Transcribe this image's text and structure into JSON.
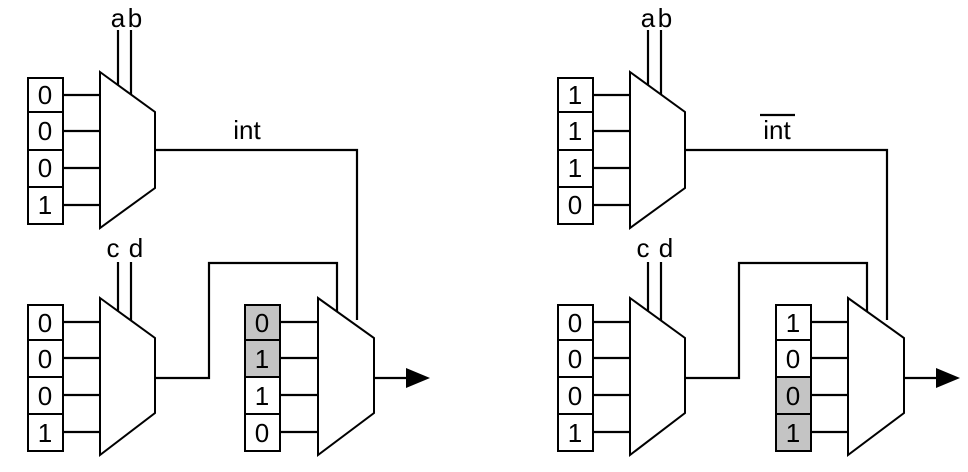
{
  "panels": [
    {
      "top_mux": {
        "select_labels": [
          "a",
          "b"
        ],
        "inputs": [
          "0",
          "0",
          "0",
          "1"
        ]
      },
      "output_label": "int",
      "output_label_overline": false,
      "bottom_mux": {
        "select_labels": [
          "c",
          "d"
        ],
        "inputs": [
          "0",
          "0",
          "0",
          "1"
        ]
      },
      "final_mux": {
        "inputs": [
          "0",
          "1",
          "1",
          "0"
        ],
        "highlighted_rows": [
          0,
          1
        ]
      }
    },
    {
      "top_mux": {
        "select_labels": [
          "a",
          "b"
        ],
        "inputs": [
          "1",
          "1",
          "1",
          "0"
        ]
      },
      "output_label": "int",
      "output_label_overline": true,
      "bottom_mux": {
        "select_labels": [
          "c",
          "d"
        ],
        "inputs": [
          "0",
          "0",
          "0",
          "1"
        ]
      },
      "final_mux": {
        "inputs": [
          "1",
          "0",
          "0",
          "1"
        ],
        "highlighted_rows": [
          2,
          3
        ]
      }
    }
  ],
  "colors": {
    "highlight": "#c4c4c4",
    "line": "#000000",
    "background": "#ffffff"
  }
}
